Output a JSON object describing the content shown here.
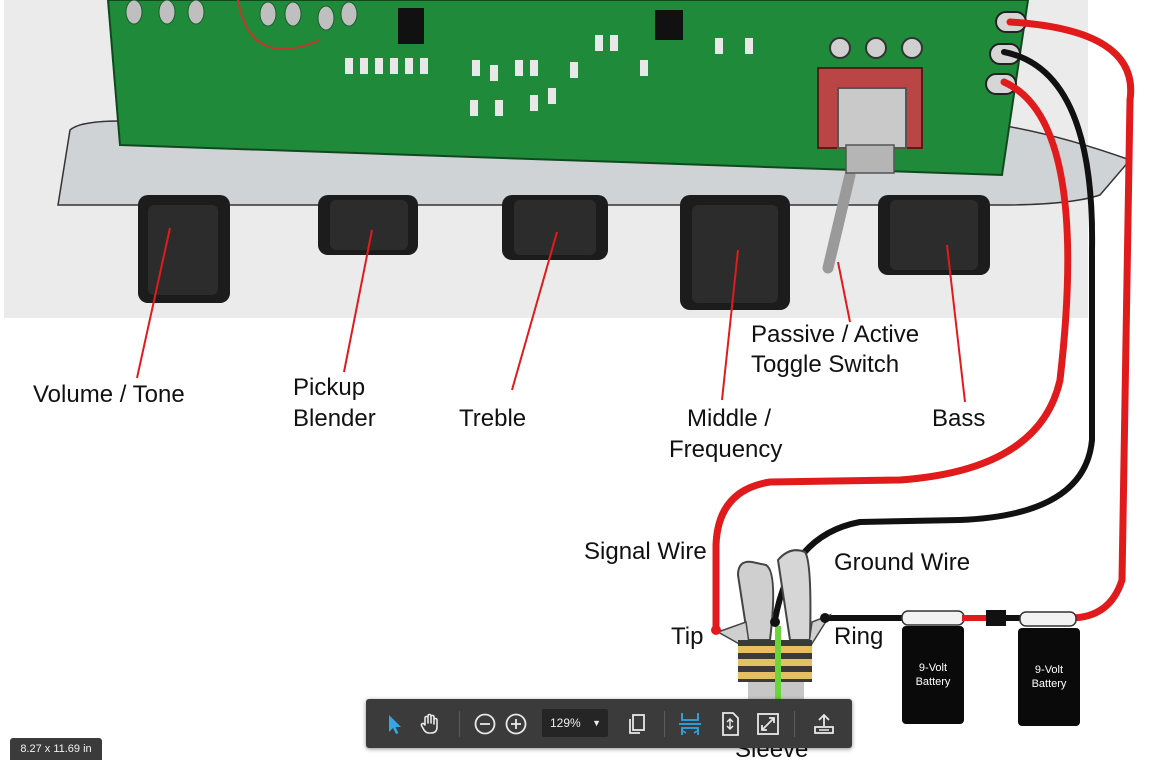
{
  "diagram": {
    "labels": {
      "volume_tone": "Volume / Tone",
      "pickup_1": "Pickup",
      "pickup_2": "Blender",
      "treble": "Treble",
      "middle_1": "Middle /",
      "middle_2": "Frequency",
      "toggle_1": "Passive / Active",
      "toggle_2": "Toggle Switch",
      "bass": "Bass",
      "signal_wire": "Signal Wire",
      "ground_wire": "Ground Wire",
      "tip": "Tip",
      "ring": "Ring",
      "sleeve": "Sleeve"
    },
    "battery_label_1": "9-Volt",
    "battery_label_2": "Battery",
    "colors": {
      "red_wire": "#e11b1b",
      "black_wire": "#111111",
      "pcb": "#1f8a3a",
      "green_wire": "#6bd43a"
    }
  },
  "toolbar": {
    "zoom_value": "129%",
    "icons": [
      "select-arrow-icon",
      "hand-pan-icon",
      "zoom-out-icon",
      "zoom-in-icon",
      "page-pages-icon",
      "fit-width-icon",
      "fit-page-icon",
      "fullscreen-icon",
      "upload-share-icon"
    ]
  },
  "page_size": "8.27 x 11.69 in"
}
